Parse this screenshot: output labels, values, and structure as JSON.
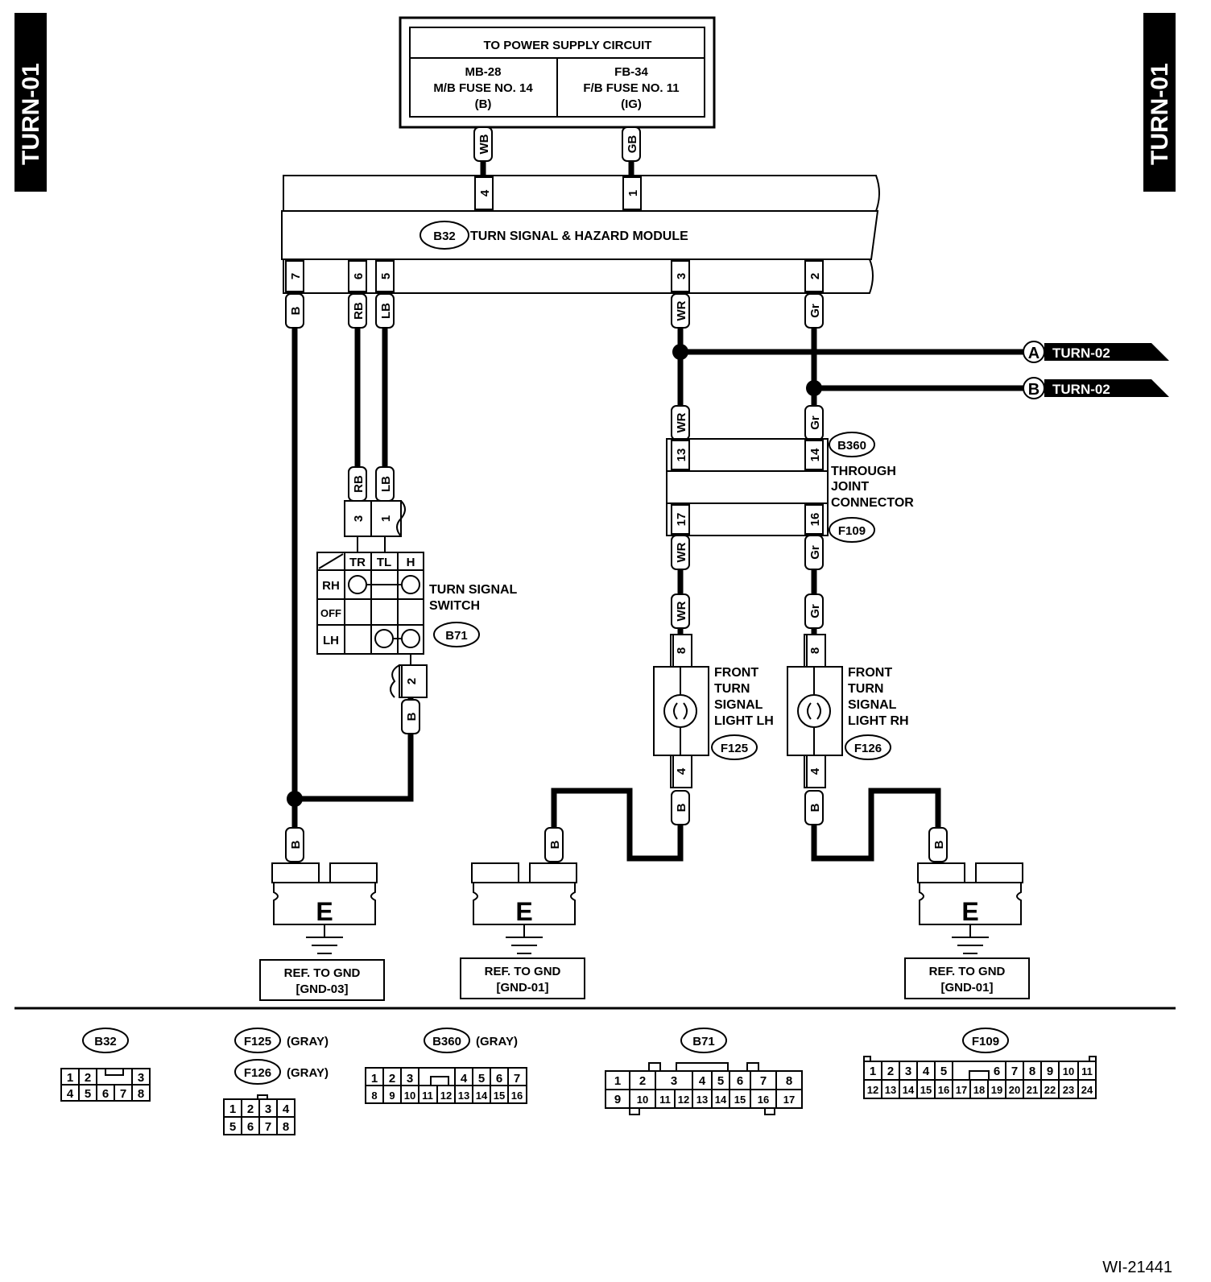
{
  "page_tags": {
    "left": "TURN-01",
    "right": "TURN-01"
  },
  "power_supply": {
    "title": "TO POWER SUPPLY CIRCUIT",
    "fuse_left": [
      "MB-28",
      "M/B FUSE NO. 14",
      "(B)"
    ],
    "fuse_right": [
      "FB-34",
      "F/B FUSE NO. 11",
      "(IG)"
    ]
  },
  "module": {
    "connector": "B32",
    "name": "TURN SIGNAL & HAZARD MODULE",
    "top_pins": {
      "left": "4",
      "right": "1"
    },
    "bottom_pins": [
      "7",
      "6",
      "5",
      "3",
      "2"
    ]
  },
  "wires": {
    "wb": "WB",
    "gb": "GB",
    "b": "B",
    "rb": "RB",
    "lb": "LB",
    "wr": "WR",
    "gr": "Gr"
  },
  "off_page": [
    {
      "letter": "A",
      "label": "TURN-02"
    },
    {
      "letter": "B",
      "label": "TURN-02"
    }
  ],
  "joint_connector": {
    "top_id": "B360",
    "bottom_id": "F109",
    "label": [
      "THROUGH",
      "JOINT",
      "CONNECTOR"
    ],
    "pins_top": [
      "13",
      "14"
    ],
    "pins_bottom": [
      "17",
      "16"
    ]
  },
  "turn_switch": {
    "id": "B71",
    "label": [
      "TURN SIGNAL",
      "SWITCH"
    ],
    "cols": [
      "TR",
      "TL",
      "H"
    ],
    "rows": [
      "RH",
      "OFF",
      "LH"
    ],
    "pins_top": [
      "3",
      "1"
    ],
    "pin_bottom": "2"
  },
  "lights": [
    {
      "id": "F125",
      "label": [
        "FRONT",
        "TURN",
        "SIGNAL",
        "LIGHT LH"
      ],
      "pin_top": "8",
      "pin_bottom": "4"
    },
    {
      "id": "F126",
      "label": [
        "FRONT",
        "TURN",
        "SIGNAL",
        "LIGHT RH"
      ],
      "pin_top": "8",
      "pin_bottom": "4"
    }
  ],
  "grounds": [
    {
      "letter": "E",
      "ref": [
        "REF. TO GND",
        "[GND-03]"
      ]
    },
    {
      "letter": "E",
      "ref": [
        "REF. TO GND",
        "[GND-01]"
      ]
    },
    {
      "letter": "E",
      "ref": [
        "REF. TO GND",
        "[GND-01]"
      ]
    }
  ],
  "connector_views": {
    "b32": {
      "id": "B32",
      "row1": [
        "1",
        "2",
        "3"
      ],
      "row2": [
        "4",
        "5",
        "6",
        "7",
        "8"
      ]
    },
    "f125": {
      "id": "F125",
      "color": "(GRAY)"
    },
    "f126": {
      "id": "F126",
      "color": "(GRAY)",
      "row1": [
        "1",
        "2",
        "3",
        "4"
      ],
      "row2": [
        "5",
        "6",
        "7",
        "8"
      ]
    },
    "b360": {
      "id": "B360",
      "color": "(GRAY)",
      "row1": [
        "1",
        "2",
        "3",
        "4",
        "5",
        "6",
        "7"
      ],
      "row2": [
        "8",
        "9",
        "10",
        "11",
        "12",
        "13",
        "14",
        "15",
        "16"
      ]
    },
    "b71": {
      "id": "B71",
      "row1": [
        "1",
        "2",
        "3",
        "4",
        "5",
        "6",
        "7",
        "8"
      ],
      "row2": [
        "9",
        "10",
        "11",
        "12",
        "13",
        "14",
        "15",
        "16",
        "17"
      ]
    },
    "f109": {
      "id": "F109",
      "row1": [
        "1",
        "2",
        "3",
        "4",
        "5",
        "6",
        "7",
        "8",
        "9",
        "10",
        "11"
      ],
      "row2": [
        "12",
        "13",
        "14",
        "15",
        "16",
        "17",
        "18",
        "19",
        "20",
        "21",
        "22",
        "23",
        "24"
      ]
    }
  },
  "figure_id": "WI-21441"
}
